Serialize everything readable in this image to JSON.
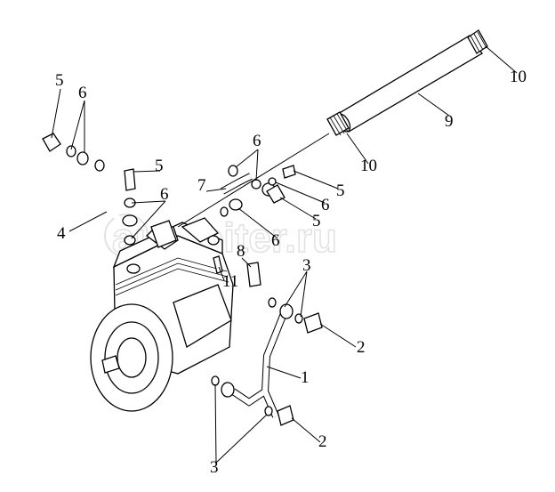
{
  "diagram": {
    "watermark": "autopiter.ru",
    "labels": [
      "5",
      "6",
      "5",
      "6",
      "4",
      "7",
      "6",
      "5",
      "6",
      "5",
      "6",
      "8",
      "11",
      "3",
      "2",
      "1",
      "2",
      "3",
      "9",
      "10",
      "10"
    ]
  }
}
